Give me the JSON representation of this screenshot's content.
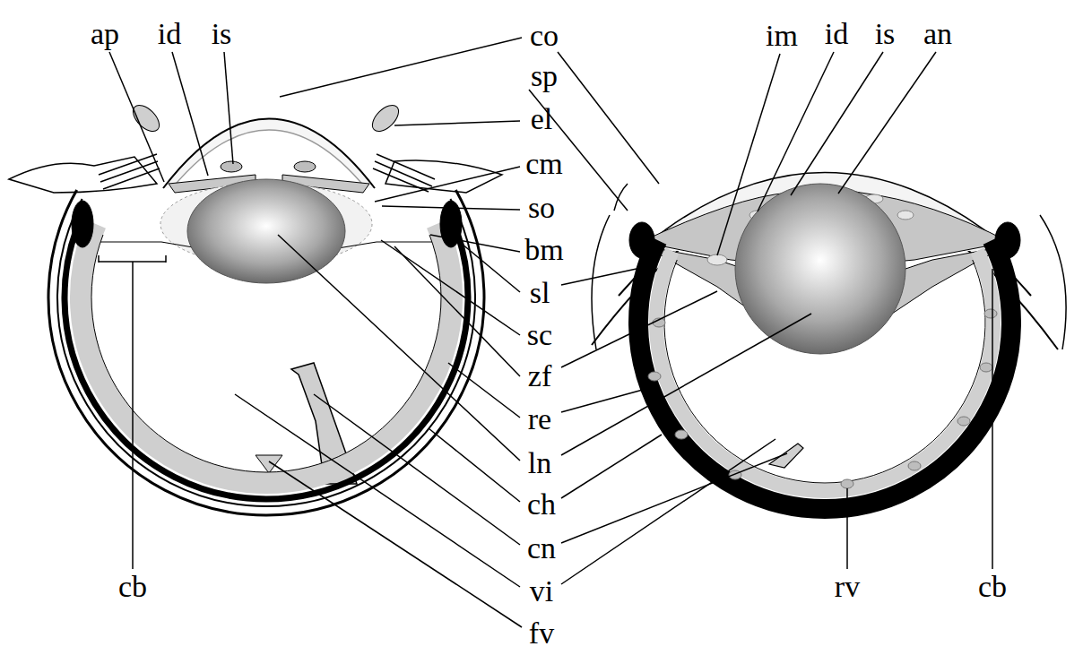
{
  "diagram": {
    "labels": [
      "ap",
      "id",
      "is",
      "co",
      "im",
      "id",
      "is",
      "an",
      "sp",
      "el",
      "cm",
      "so",
      "bm",
      "sl",
      "sc",
      "zf",
      "re",
      "ln",
      "ch",
      "cn",
      "vi",
      "fv",
      "cb",
      "rv",
      "cb"
    ]
  }
}
